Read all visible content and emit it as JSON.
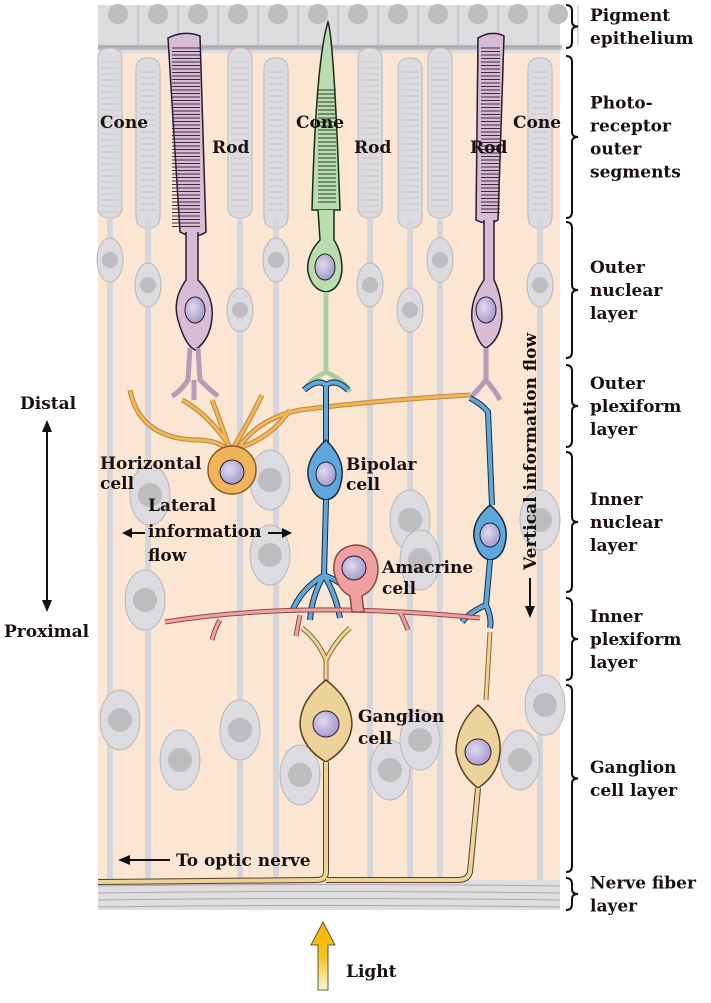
{
  "figure": {
    "layers": [
      {
        "lines": [
          "Pigment",
          "epithelium"
        ]
      },
      {
        "lines": [
          "Photo-",
          "receptor",
          "outer",
          "segments"
        ]
      },
      {
        "lines": [
          "Outer",
          "nuclear",
          "layer"
        ]
      },
      {
        "lines": [
          "Outer",
          "plexiform",
          "layer"
        ]
      },
      {
        "lines": [
          "Inner",
          "nuclear",
          "layer"
        ]
      },
      {
        "lines": [
          "Inner",
          "plexiform",
          "layer"
        ]
      },
      {
        "lines": [
          "Ganglion",
          "cell layer"
        ]
      },
      {
        "lines": [
          "Nerve fiber",
          "layer"
        ]
      }
    ],
    "photoreceptor_labels": {
      "cone_left": "Cone",
      "rod_left": "Rod",
      "cone_mid": "Cone",
      "rod_mid": "Rod",
      "rod_right": "Rod",
      "cone_right": "Cone"
    },
    "cell_labels": {
      "horizontal": [
        "Horizontal",
        "cell"
      ],
      "bipolar": [
        "Bipolar",
        "cell"
      ],
      "amacrine": [
        "Amacrine",
        "cell"
      ],
      "ganglion": [
        "Ganglion",
        "cell"
      ]
    },
    "flow_labels": {
      "lateral": [
        "Lateral",
        "information",
        "flow"
      ],
      "vertical": "Vertical information flow",
      "optic_nerve": "To optic nerve",
      "light": "Light"
    },
    "axis_labels": {
      "distal": "Distal",
      "proximal": "Proximal"
    },
    "colors": {
      "background": "#fbe5d3",
      "gray_cell": "#d6d6da",
      "gray_outline": "#b8b8bc",
      "rod_purple": "#d7bcd6",
      "cone_green": "#b9dcb0",
      "bipolar_blue": "#5fa8dd",
      "horizontal_orange": "#f2b45a",
      "amacrine_pink": "#f0a0a0",
      "ganglion_tan": "#ecd39a",
      "nucleus": "#b8b0d8",
      "light_arrow": "#f5b400"
    }
  }
}
